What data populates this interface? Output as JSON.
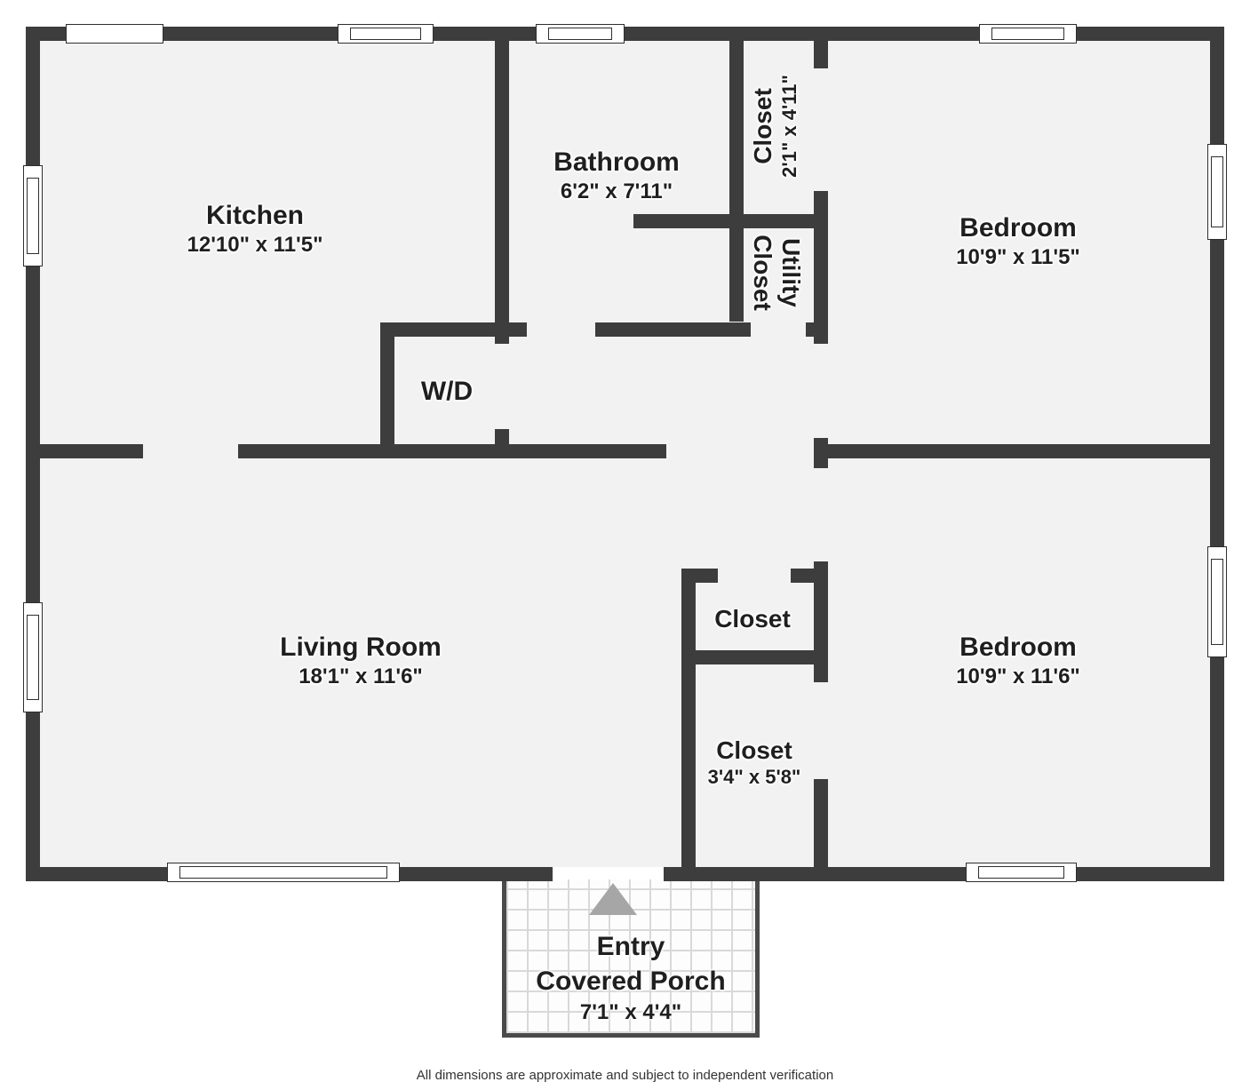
{
  "plan": {
    "rooms": {
      "kitchen": {
        "name": "Kitchen",
        "dims": "12'10\" x 11'5\""
      },
      "bathroom": {
        "name": "Bathroom",
        "dims": "6'2\" x 7'11\""
      },
      "closet_top": {
        "name": "Closet",
        "dims": "2'1\" x 4'11\""
      },
      "utility_closet": {
        "name_line1": "Utility",
        "name_line2": "Closet"
      },
      "bedroom_top": {
        "name": "Bedroom",
        "dims": "10'9\" x 11'5\""
      },
      "laundry": {
        "name": "W/D"
      },
      "living_room": {
        "name": "Living Room",
        "dims": "18'1\" x 11'6\""
      },
      "closet_mid": {
        "name": "Closet"
      },
      "closet_lower": {
        "name": "Closet",
        "dims": "3'4\" x 5'8\""
      },
      "bedroom_bottom": {
        "name": "Bedroom",
        "dims": "10'9\" x 11'6\""
      },
      "porch": {
        "name_line1": "Entry",
        "name_line2": "Covered Porch",
        "dims": "7'1\" x 4'4\""
      }
    },
    "footer": "All dimensions are approximate and subject to independent verification",
    "icons": {
      "entry_arrow": "entry-arrow-icon"
    },
    "colors": {
      "wall": "#3d3d3d",
      "floor": "#f2f2f2",
      "outline": "#2f2f2f",
      "porch_border": "#4a4a4a",
      "paver_line": "#d9d9d9",
      "arrow": "#a6a6a6",
      "text": "#1f1f1f"
    }
  }
}
